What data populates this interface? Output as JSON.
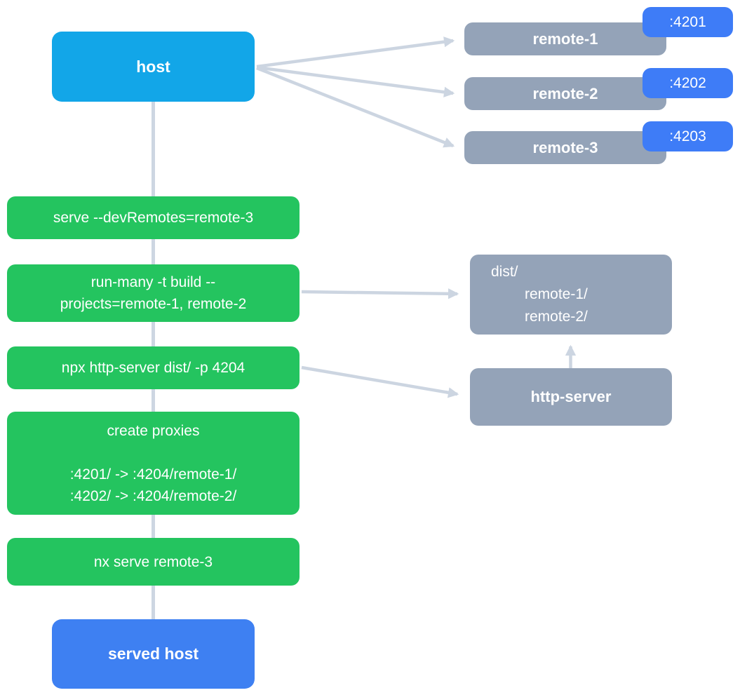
{
  "colors": {
    "host_blue": "#12a6e8",
    "served_blue": "#3e80f2",
    "badge_blue": "#3e7cf7",
    "box_gray": "#94a3b8",
    "step_green": "#24c45f",
    "arrow_gray": "#ccd5e1",
    "text_white": "#ffffff",
    "background": "#ffffff"
  },
  "host": {
    "label": "host"
  },
  "remotes": [
    {
      "label": "remote-1",
      "port": ":4201"
    },
    {
      "label": "remote-2",
      "port": ":4202"
    },
    {
      "label": "remote-3",
      "port": ":4203"
    }
  ],
  "steps": [
    {
      "lines": [
        "serve --devRemotes=remote-3"
      ]
    },
    {
      "lines": [
        "run-many -t build --",
        "projects=remote-1, remote-2"
      ]
    },
    {
      "lines": [
        "npx http-server dist/ -p 4204"
      ]
    },
    {
      "lines": [
        "create proxies",
        "",
        ":4201/ -> :4204/remote-1/",
        ":4202/ -> :4204/remote-2/"
      ]
    },
    {
      "lines": [
        "nx serve remote-3"
      ]
    }
  ],
  "dist": {
    "lines": [
      "dist/",
      "remote-1/",
      "remote-2/"
    ]
  },
  "http_server": {
    "label": "http-server"
  },
  "served_host": {
    "label": "served host"
  }
}
